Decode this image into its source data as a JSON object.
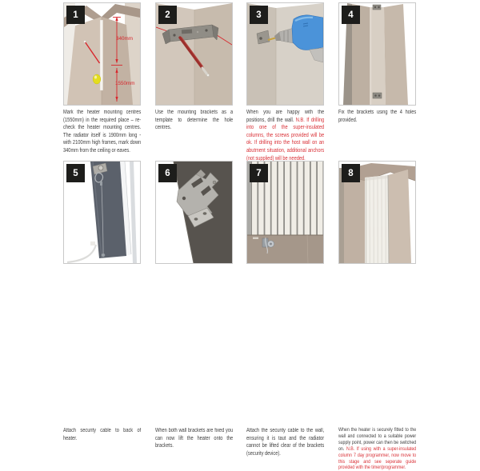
{
  "colors": {
    "accent_red": "#d8262c",
    "caption_text": "#3e3e3e",
    "badge_bg": "#1d1d1b",
    "image_border": "#c9c9c9"
  },
  "steps": [
    {
      "number": "1",
      "caption": "Mark the heater mounting centres (1550mm) in the required place – re-check the heater mounting centres. The radiator itself is 1900mm long - with 2100mm high frames, mark down 340mm from the ceiling or eaves.",
      "caption_nb": "",
      "dim_top": "340mm",
      "dim_bottom": "1550mm"
    },
    {
      "number": "2",
      "caption": "Use the mounting brackets as a template to determine the hole centres.",
      "caption_nb": ""
    },
    {
      "number": "3",
      "caption": "When you are happy with the positions, drill the wall. ",
      "caption_nb": "N.B. If drilling into one of the super-insulated columns, the screws provided will be ok. If drilling into the host wall on an abutment situation, additional anchors (not supplied) will be needed."
    },
    {
      "number": "4",
      "caption": "Fix the brackets using the 4 holes provided.",
      "caption_nb": ""
    },
    {
      "number": "5",
      "caption": "Attach security cable to back of heater.",
      "caption_nb": ""
    },
    {
      "number": "6",
      "caption": "When both wall brackets are fixed you can now lift the heater onto the brackets.",
      "caption_nb": ""
    },
    {
      "number": "7",
      "caption": "Attach the security cable to the wall, ensuring it is taut and the radiator cannot be lifted clear of the brackets (security device).",
      "caption_nb": ""
    },
    {
      "number": "8",
      "caption": "When the heater is securely fitted to the wall and connected to a suitable power supply point, power can then be switched on. ",
      "caption_nb": "N.B. If using with a super-insulated column 7 day programmer, now move to this stage and see seperate guide provided with the timer/programmer."
    }
  ]
}
